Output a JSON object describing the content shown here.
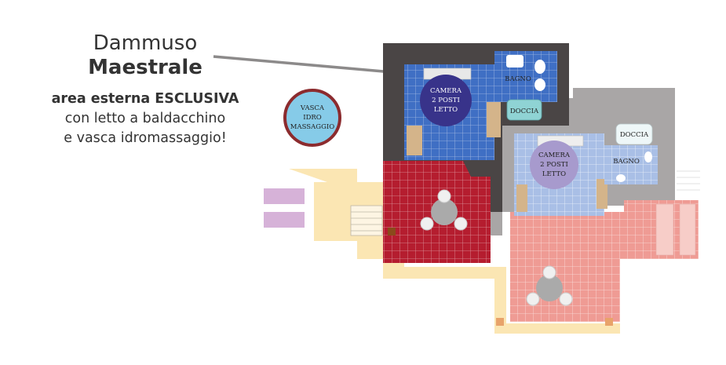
{
  "caption": {
    "line1": "Dammuso",
    "line2": "Maestrale",
    "desc1_bold": "area esterna ESCLUSIVA",
    "desc2": "con letto a baldacchino",
    "desc3": "e vasca idromassaggio!"
  },
  "plan": {
    "vasca": [
      "VASCA",
      "IDRO",
      "MASSAGGIO"
    ],
    "camera1": [
      "CAMERA",
      "2 POSTI",
      "LETTO"
    ],
    "bagno1": "BAGNO",
    "doccia1": "DOCCIA",
    "camera2": [
      "CAMERA",
      "2 POSTI",
      "LETTO"
    ],
    "bagno2": "BAGNO",
    "doccia2": "DOCCIA"
  },
  "colors": {
    "wall_dark": "#4a4545",
    "wall_grey": "#a9a6a6",
    "blue_tile": "#3f6fc4",
    "light_blue_tile": "#a9bfe6",
    "red_tile": "#b51d2f",
    "pink_tile": "#ef9b94",
    "cream": "#fbe6b3",
    "camera1_circle": "#38338a",
    "camera2_circle": "#a79acd",
    "doccia": "#8fd3d4",
    "vasca_fill": "#86cbe8",
    "vasca_ring": "#8c2b2e",
    "lounger": "#d6b2d8"
  }
}
